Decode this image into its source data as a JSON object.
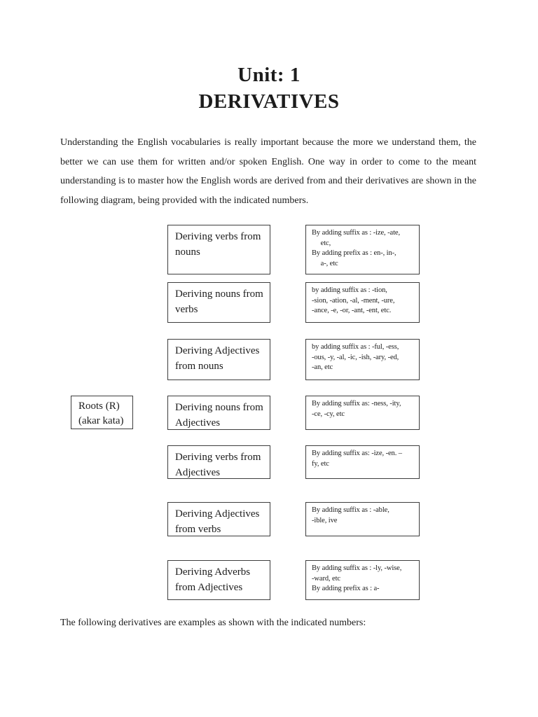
{
  "page": {
    "title_line1": "Unit: 1",
    "title_line2": "DERIVATIVES",
    "intro": "Understanding the English vocabularies is really important because the more we understand them, the better we can use them for written and/or spoken English. One way in order to come to the meant understanding is to master how the English words are derived from and their derivatives are shown in the following diagram, being provided with the indicated numbers.",
    "closing": "The following derivatives are examples as shown with the indicated numbers:"
  },
  "diagram": {
    "roots_label": "Roots (R)\n(akar kata)",
    "rows": [
      {
        "label": "Deriving verbs from\nnouns",
        "rule": "By adding suffix as : -ize, -ate,\n     etc,\nBy adding prefix as : en-, in-,\n     a-, etc"
      },
      {
        "label": "Deriving nouns from\nverbs",
        "rule": "by adding suffix as : -tion,\n-sion, -ation, -al, -ment, -ure,\n-ance, -e, -or, -ant, -ent, etc."
      },
      {
        "label": "Deriving Adjectives\nfrom nouns",
        "rule": "by adding suffix as : -ful, -ess,\n-ous, -y, -al, -ic, -ish, -ary, -ed,\n-an, etc"
      },
      {
        "label": "Deriving nouns from\nAdjectives",
        "rule": "By adding suffix as: -ness, -ity,\n-ce, -cy, etc"
      },
      {
        "label": "Deriving verbs from\nAdjectives",
        "rule": "By adding suffix as: -ize, -en. –\nfy, etc"
      },
      {
        "label": "Deriving Adjectives\nfrom verbs",
        "rule": "By adding suffix as : -able,\n-ible, ive"
      },
      {
        "label": "Deriving Adverbs\nfrom Adjectives",
        "rule": "By adding suffix as : -ly, -wise,\n-ward, etc\nBy adding prefix as : a-"
      }
    ]
  }
}
